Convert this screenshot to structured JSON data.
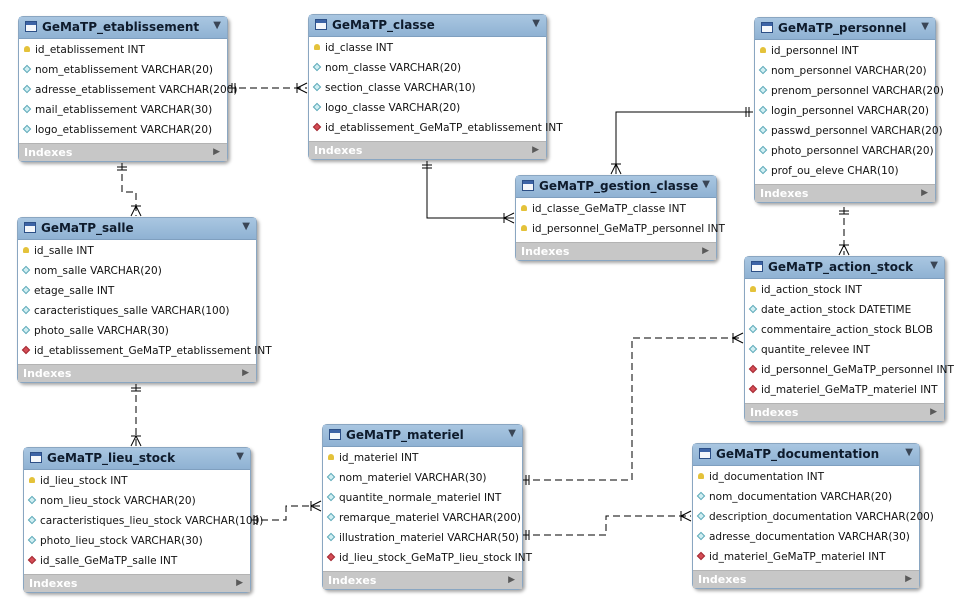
{
  "tables": [
    {
      "key": "etablissement",
      "name": "GeMaTP_etablissement",
      "indexes_label": "Indexes",
      "columns": [
        {
          "text": "id_etablissement INT",
          "kind": "key"
        },
        {
          "text": "nom_etablissement VARCHAR(20)",
          "kind": "plain"
        },
        {
          "text": "adresse_etablissement VARCHAR(200)",
          "kind": "plain"
        },
        {
          "text": "mail_etablissement VARCHAR(30)",
          "kind": "plain"
        },
        {
          "text": "logo_etablissement VARCHAR(20)",
          "kind": "plain"
        }
      ]
    },
    {
      "key": "classe",
      "name": "GeMaTP_classe",
      "indexes_label": "Indexes",
      "columns": [
        {
          "text": "id_classe INT",
          "kind": "key"
        },
        {
          "text": "nom_classe VARCHAR(20)",
          "kind": "plain"
        },
        {
          "text": "section_classe VARCHAR(10)",
          "kind": "plain"
        },
        {
          "text": "logo_classe VARCHAR(20)",
          "kind": "plain"
        },
        {
          "text": "id_etablissement_GeMaTP_etablissement INT",
          "kind": "fk"
        }
      ]
    },
    {
      "key": "personnel",
      "name": "GeMaTP_personnel",
      "indexes_label": "Indexes",
      "columns": [
        {
          "text": "id_personnel INT",
          "kind": "key"
        },
        {
          "text": "nom_personnel VARCHAR(20)",
          "kind": "plain"
        },
        {
          "text": "prenom_personnel VARCHAR(20)",
          "kind": "plain"
        },
        {
          "text": "login_personnel VARCHAR(20)",
          "kind": "plain"
        },
        {
          "text": "passwd_personnel VARCHAR(20)",
          "kind": "plain"
        },
        {
          "text": "photo_personnel VARCHAR(20)",
          "kind": "plain"
        },
        {
          "text": "prof_ou_eleve CHAR(10)",
          "kind": "plain"
        }
      ]
    },
    {
      "key": "gestion_classe",
      "name": "GeMaTP_gestion_classe",
      "indexes_label": "Indexes",
      "columns": [
        {
          "text": "id_classe_GeMaTP_classe INT",
          "kind": "key"
        },
        {
          "text": "id_personnel_GeMaTP_personnel INT",
          "kind": "key"
        }
      ]
    },
    {
      "key": "salle",
      "name": "GeMaTP_salle",
      "indexes_label": "Indexes",
      "columns": [
        {
          "text": "id_salle INT",
          "kind": "key"
        },
        {
          "text": "nom_salle VARCHAR(20)",
          "kind": "plain"
        },
        {
          "text": "etage_salle INT",
          "kind": "plain"
        },
        {
          "text": "caracteristiques_salle VARCHAR(100)",
          "kind": "plain"
        },
        {
          "text": "photo_salle VARCHAR(30)",
          "kind": "plain"
        },
        {
          "text": "id_etablissement_GeMaTP_etablissement INT",
          "kind": "fk"
        }
      ]
    },
    {
      "key": "action_stock",
      "name": "GeMaTP_action_stock",
      "indexes_label": "Indexes",
      "columns": [
        {
          "text": "id_action_stock INT",
          "kind": "key"
        },
        {
          "text": "date_action_stock DATETIME",
          "kind": "plain"
        },
        {
          "text": "commentaire_action_stock BLOB",
          "kind": "plain"
        },
        {
          "text": "quantite_relevee INT",
          "kind": "plain"
        },
        {
          "text": "id_personnel_GeMaTP_personnel INT",
          "kind": "fk"
        },
        {
          "text": "id_materiel_GeMaTP_materiel INT",
          "kind": "fk"
        }
      ]
    },
    {
      "key": "materiel",
      "name": "GeMaTP_materiel",
      "indexes_label": "Indexes",
      "columns": [
        {
          "text": "id_materiel INT",
          "kind": "key"
        },
        {
          "text": "nom_materiel VARCHAR(30)",
          "kind": "plain"
        },
        {
          "text": "quantite_normale_materiel INT",
          "kind": "plain"
        },
        {
          "text": "remarque_materiel VARCHAR(200)",
          "kind": "plain"
        },
        {
          "text": "illustration_materiel VARCHAR(50)",
          "kind": "plain"
        },
        {
          "text": "id_lieu_stock_GeMaTP_lieu_stock INT",
          "kind": "fk"
        }
      ]
    },
    {
      "key": "lieu_stock",
      "name": "GeMaTP_lieu_stock",
      "indexes_label": "Indexes",
      "columns": [
        {
          "text": "id_lieu_stock INT",
          "kind": "key"
        },
        {
          "text": "nom_lieu_stock VARCHAR(20)",
          "kind": "plain"
        },
        {
          "text": "caracteristiques_lieu_stock VARCHAR(100)",
          "kind": "plain"
        },
        {
          "text": "photo_lieu_stock VARCHAR(30)",
          "kind": "plain"
        },
        {
          "text": "id_salle_GeMaTP_salle INT",
          "kind": "fk"
        }
      ]
    },
    {
      "key": "documentation",
      "name": "GeMaTP_documentation",
      "indexes_label": "Indexes",
      "columns": [
        {
          "text": "id_documentation INT",
          "kind": "key"
        },
        {
          "text": "nom_documentation VARCHAR(20)",
          "kind": "plain"
        },
        {
          "text": "description_documentation VARCHAR(200)",
          "kind": "plain"
        },
        {
          "text": "adresse_documentation VARCHAR(30)",
          "kind": "plain"
        },
        {
          "text": "id_materiel_GeMaTP_materiel INT",
          "kind": "fk"
        }
      ]
    }
  ],
  "relationships": [
    {
      "from": "etablissement",
      "to": "classe",
      "style": "dashed"
    },
    {
      "from": "etablissement",
      "to": "salle",
      "style": "dashed"
    },
    {
      "from": "classe",
      "to": "gestion_classe",
      "style": "solid"
    },
    {
      "from": "personnel",
      "to": "gestion_classe",
      "style": "solid"
    },
    {
      "from": "personnel",
      "to": "action_stock",
      "style": "dashed"
    },
    {
      "from": "materiel",
      "to": "action_stock",
      "style": "dashed"
    },
    {
      "from": "salle",
      "to": "lieu_stock",
      "style": "dashed"
    },
    {
      "from": "lieu_stock",
      "to": "materiel",
      "style": "dashed"
    },
    {
      "from": "materiel",
      "to": "documentation",
      "style": "dashed"
    }
  ],
  "colors": {
    "header_gradient_top": "#a9c6e1",
    "header_gradient_bottom": "#8fb2d3",
    "indexes_bar": "#c7c7c7",
    "foreign_key_icon": "#d54c55",
    "primary_key_icon": "#e4c23a",
    "relationship_line": "#000000"
  }
}
